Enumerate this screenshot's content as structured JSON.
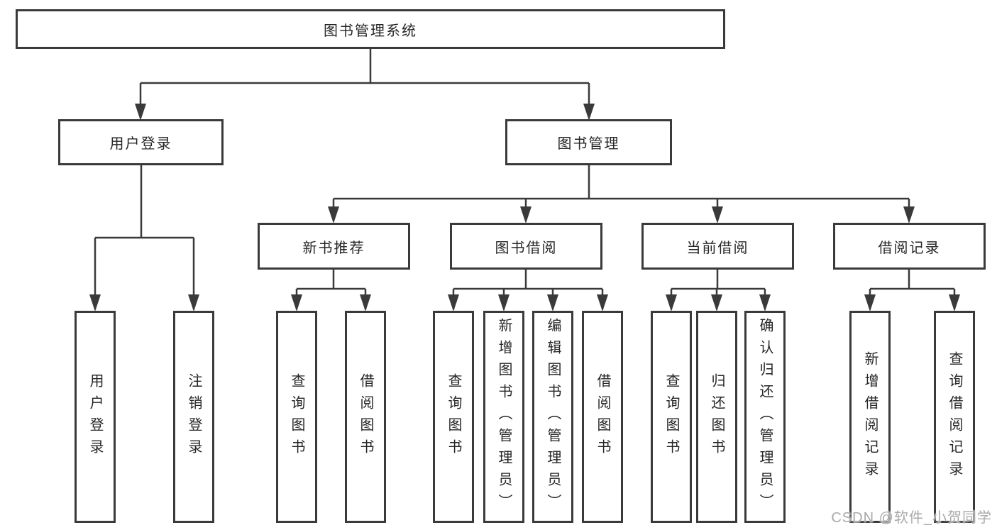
{
  "colors": {
    "line": "#3a3a3a",
    "text": "#262626",
    "background": "#ffffff",
    "watermark": "#a9a9a9"
  },
  "watermark": {
    "text": "CSDN @软件_小贺同学"
  },
  "tree": {
    "label": "图书管理系统",
    "children": [
      {
        "label": "用户登录",
        "children": [
          {
            "label": "用户登录"
          },
          {
            "label": "注销登录"
          }
        ]
      },
      {
        "label": "图书管理",
        "children": [
          {
            "label": "新书推荐",
            "children": [
              {
                "label": "查询图书"
              },
              {
                "label": "借阅图书"
              }
            ]
          },
          {
            "label": "图书借阅",
            "children": [
              {
                "label": "查询图书"
              },
              {
                "label": "新增图书（管理员）"
              },
              {
                "label": "编辑图书（管理员）"
              },
              {
                "label": "借阅图书"
              }
            ]
          },
          {
            "label": "当前借阅",
            "children": [
              {
                "label": "查询图书"
              },
              {
                "label": "归还图书"
              },
              {
                "label": "确认归还（管理员）"
              }
            ]
          },
          {
            "label": "借阅记录",
            "children": [
              {
                "label": "新增借阅记录"
              },
              {
                "label": "查询借阅记录"
              }
            ]
          }
        ]
      }
    ]
  }
}
